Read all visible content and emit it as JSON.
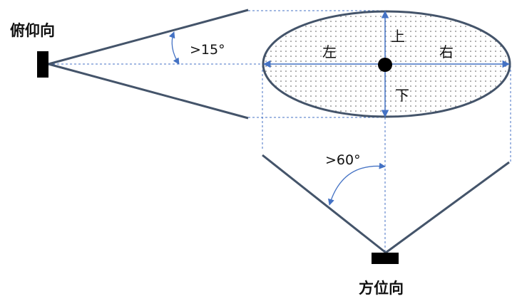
{
  "labels": {
    "pitch": "俯仰向",
    "azimuth": "方位向",
    "pitch_angle": ">15°",
    "azimuth_angle": ">60°",
    "up": "上",
    "down": "下",
    "left": "左",
    "right": "右"
  },
  "colors": {
    "line": "#44546a",
    "dash": "#4472c4",
    "arrow": "#4472c4",
    "block": "#000000"
  }
}
